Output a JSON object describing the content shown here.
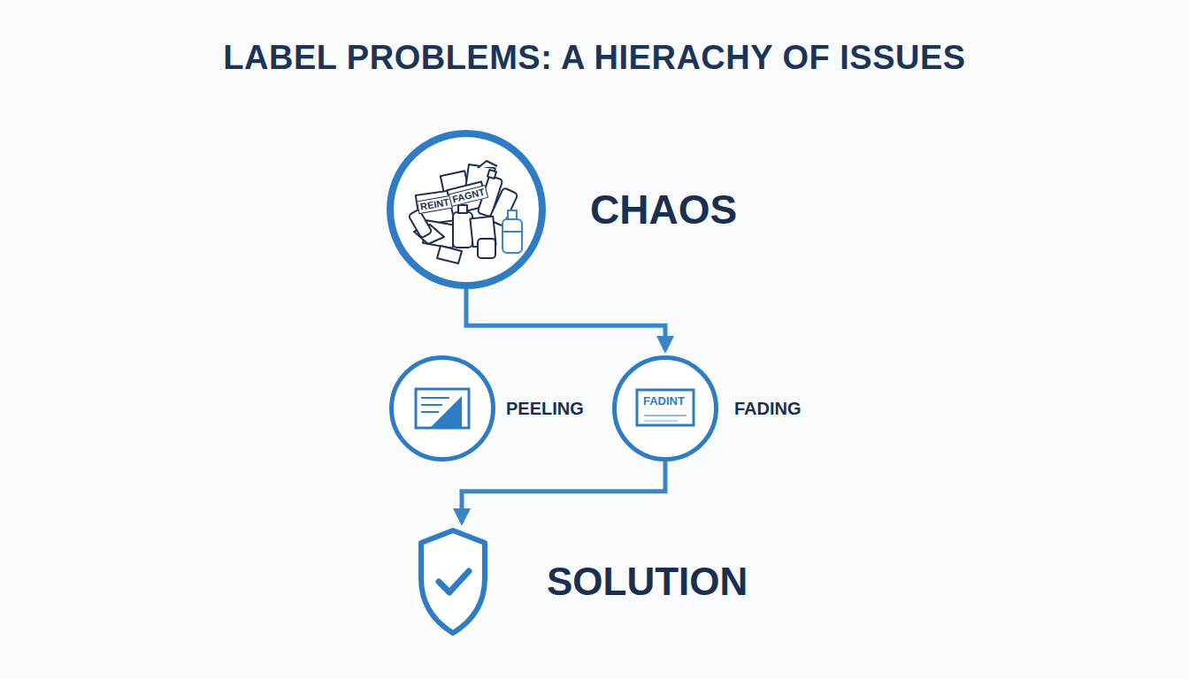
{
  "diagram": {
    "title": "LABEL PROBLEMS: A HIERACHY OF ISSUES",
    "nodes": [
      {
        "text": [
          "CHAOS"
        ]
      },
      {
        "text": [
          "PEELING"
        ]
      },
      {
        "text": [
          "FADING"
        ]
      },
      {
        "text": [
          "SOLUTION"
        ]
      }
    ],
    "edges": [
      {
        "from": 0,
        "to": 2,
        "arrow": "to"
      },
      {
        "from": 2,
        "to": 3,
        "arrow": "to"
      }
    ],
    "labels": [
      "REINT",
      "FAGNT",
      "FADINT"
    ]
  }
}
